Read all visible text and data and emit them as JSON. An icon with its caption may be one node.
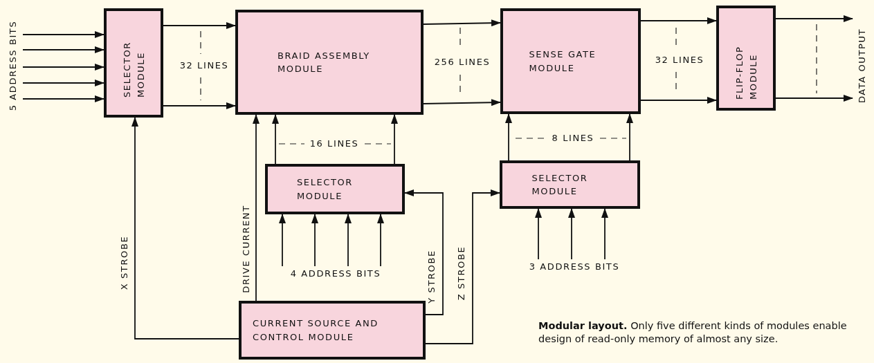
{
  "diagram": {
    "caption": "**Modular layout.** Only five different kinds of modules enable design of read-only memory of almost any size.",
    "nodes": [
      {
        "text": [
          "SELECTOR MODULE"
        ]
      },
      {
        "text": [
          "BRAID ASSEMBLY MODULE"
        ]
      },
      {
        "text": [
          "SENSE GATE MODULE"
        ]
      },
      {
        "text": [
          "FLIP-FLOP MODULE"
        ]
      },
      {
        "text": [
          "SELECTOR MODULE"
        ]
      },
      {
        "text": [
          "SELECTOR MODULE"
        ]
      },
      {
        "text": [
          "CURRENT SOURCE AND CONTROL MODULE"
        ]
      },
      {
        "text": [
          "5 ADDRESS BITS"
        ]
      },
      {
        "text": [
          "DATA OUTPUT"
        ]
      },
      {
        "text": [
          "4 ADDRESS BITS"
        ]
      },
      {
        "text": [
          "3 ADDRESS BITS"
        ]
      }
    ],
    "edges": [
      {
        "from": 7,
        "to": 0,
        "arrow": "to"
      },
      {
        "from": 7,
        "to": 0,
        "arrow": "to"
      },
      {
        "from": 7,
        "to": 0,
        "arrow": "to"
      },
      {
        "from": 7,
        "to": 0,
        "arrow": "to"
      },
      {
        "from": 7,
        "to": 0,
        "arrow": "to"
      },
      {
        "from": 0,
        "to": 1,
        "arrow": "to"
      },
      {
        "from": 0,
        "to": 1,
        "arrow": "to"
      },
      {
        "from": 1,
        "to": 2,
        "arrow": "to"
      },
      {
        "from": 1,
        "to": 2,
        "arrow": "to"
      },
      {
        "from": 2,
        "to": 3,
        "arrow": "to"
      },
      {
        "from": 2,
        "to": 3,
        "arrow": "to"
      },
      {
        "from": 3,
        "to": 8,
        "arrow": "to"
      },
      {
        "from": 3,
        "to": 8,
        "arrow": "to"
      },
      {
        "from": 4,
        "to": 1,
        "arrow": "to"
      },
      {
        "from": 4,
        "to": 1,
        "arrow": "to"
      },
      {
        "from": 5,
        "to": 2,
        "arrow": "to"
      },
      {
        "from": 5,
        "to": 2,
        "arrow": "to"
      },
      {
        "from": 9,
        "to": 4,
        "arrow": "to"
      },
      {
        "from": 9,
        "to": 4,
        "arrow": "to"
      },
      {
        "from": 9,
        "to": 4,
        "arrow": "to"
      },
      {
        "from": 9,
        "to": 4,
        "arrow": "to"
      },
      {
        "from": 10,
        "to": 5,
        "arrow": "to"
      },
      {
        "from": 10,
        "to": 5,
        "arrow": "to"
      },
      {
        "from": 10,
        "to": 5,
        "arrow": "to"
      },
      {
        "from": 6,
        "to": 0,
        "arrow": "to",
        "label": "X STROBE"
      },
      {
        "from": 6,
        "to": 1,
        "arrow": "to",
        "label": "DRIVE CURRENT"
      },
      {
        "from": 6,
        "to": 4,
        "arrow": "to",
        "label": "Y STROBE"
      },
      {
        "from": 6,
        "to": 5,
        "arrow": "to",
        "label": "Z STROBE"
      }
    ],
    "labels": [
      "32 LINES",
      "256 LINES",
      "32 LINES",
      "16 LINES",
      "8 LINES"
    ]
  }
}
